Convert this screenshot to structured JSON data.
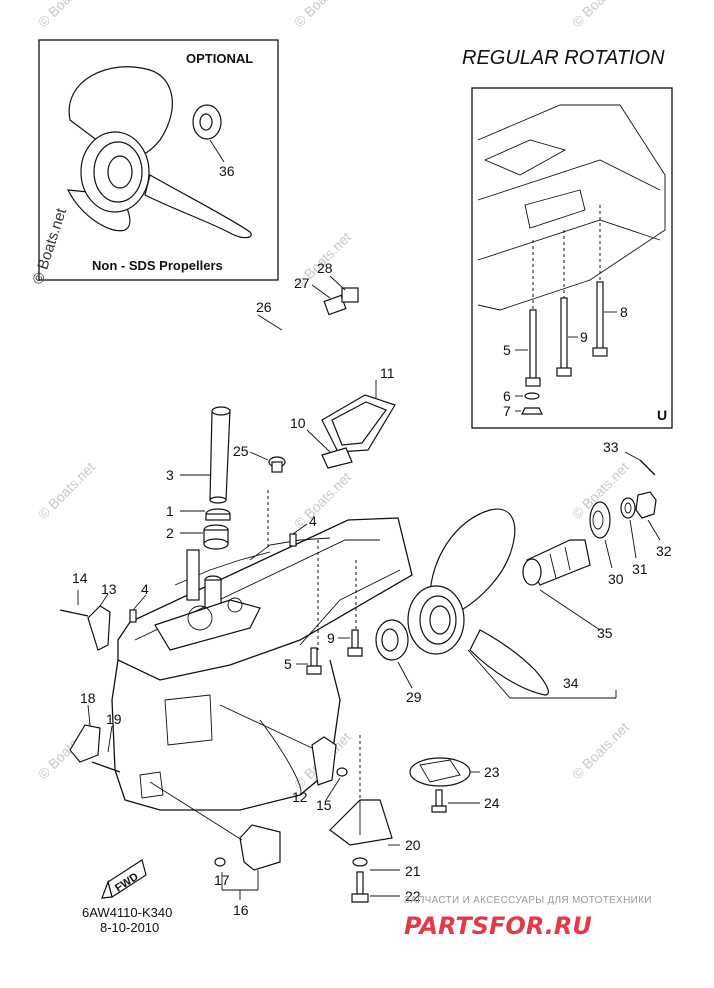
{
  "header": {
    "title": "REGULAR ROTATION"
  },
  "optional_box": {
    "heading": "OPTIONAL",
    "caption": "Non - SDS Propellers",
    "part": "36"
  },
  "inset_mark": "U",
  "watermark": "© Boats.net",
  "drawing_code": "6AW4110-K340",
  "drawing_date": "8-10-2010",
  "fwd_label": "FWD",
  "brand": {
    "tagline": "ЗАПЧАСТИ И АКСЕССУАРЫ ДЛЯ МОТОТЕХНИКИ",
    "name": "PARTSFOR.RU"
  },
  "callouts": {
    "c1": "1",
    "c2": "2",
    "c3": "3",
    "c4a": "4",
    "c4b": "4",
    "c5a": "5",
    "c5b": "5",
    "c6": "6",
    "c7": "7",
    "c8": "8",
    "c9a": "9",
    "c9b": "9",
    "c10": "10",
    "c11": "11",
    "c12": "12",
    "c13": "13",
    "c14": "14",
    "c15": "15",
    "c16": "16",
    "c17": "17",
    "c18": "18",
    "c19": "19",
    "c20": "20",
    "c21": "21",
    "c22": "22",
    "c23": "23",
    "c24": "24",
    "c25": "25",
    "c26": "26",
    "c27": "27",
    "c28": "28",
    "c29": "29",
    "c30": "30",
    "c31": "31",
    "c32": "32",
    "c33": "33",
    "c34": "34",
    "c35": "35"
  }
}
